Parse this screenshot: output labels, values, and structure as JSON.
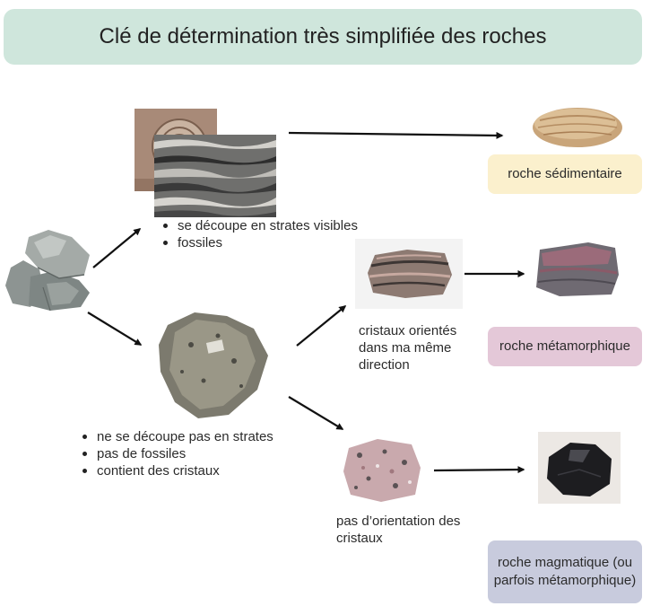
{
  "title": "Clé de détermination très simplifiée des roches",
  "sedimentary_features": [
    "se découpe en strates visibles",
    "fossiles"
  ],
  "non_sedimentary_features": [
    "ne se découpe pas en strates",
    "pas de fossiles",
    "contient des cristaux"
  ],
  "oriented_crystals_text": "cristaux orientés dans ma même direction",
  "no_orientation_text": "pas d’orientation des cristaux",
  "results": {
    "sedimentary": "roche sédimentaire",
    "metamorphic": "roche métamorphique",
    "magmatic": "roche magmatique (ou parfois métamorphique)"
  },
  "colors": {
    "title_bg": "#cfe6dc",
    "sedimentary_bg": "#fbf0cd",
    "metamorphic_bg": "#e4c8d8",
    "magmatic_bg": "#c8cbdd",
    "arrow": "#111111"
  }
}
